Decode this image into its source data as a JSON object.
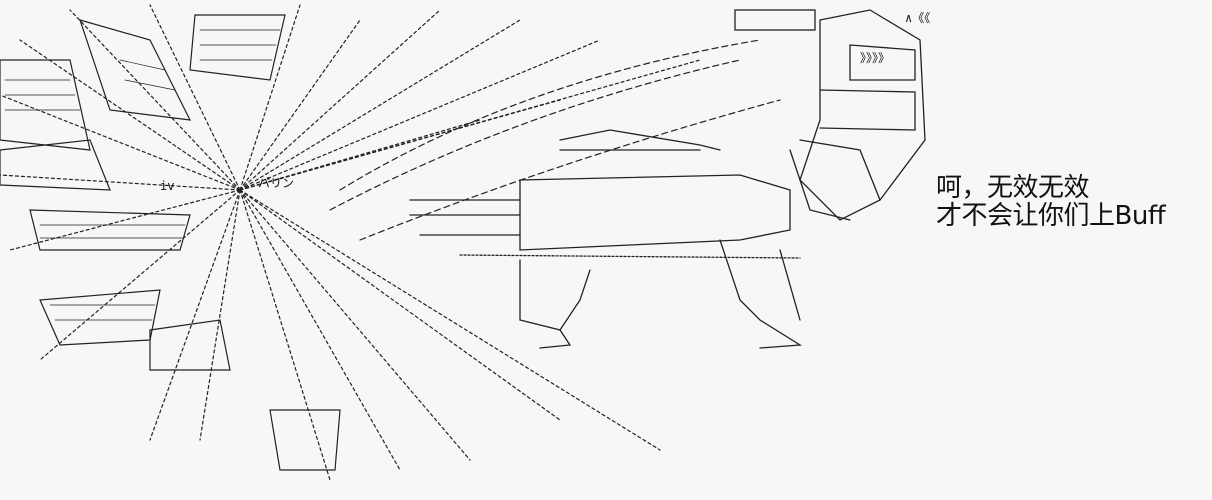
{
  "art": {
    "sfx_text": "パリン",
    "beam_labels": [
      "iv"
    ]
  },
  "caption": {
    "line1": "呵，无效无效",
    "line2": "才不会让你们上Buff"
  },
  "colors": {
    "background": "#f7f7f7",
    "ink": "#111111"
  }
}
